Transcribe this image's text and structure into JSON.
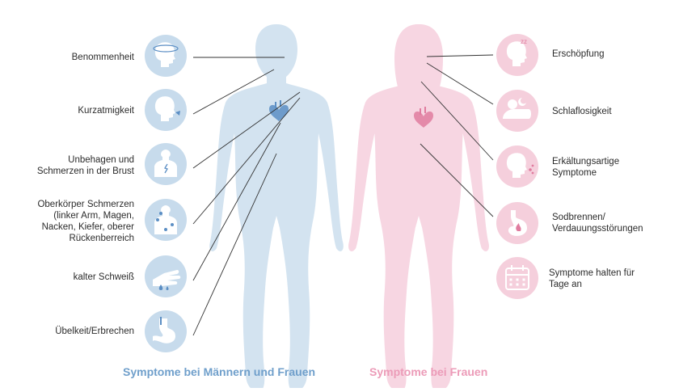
{
  "colors": {
    "blue_circle": "#c7dbec",
    "blue_body": "#d3e3f0",
    "blue_accent": "#5b8ec4",
    "pink_circle": "#f5cfdc",
    "pink_body": "#f7d6e2",
    "pink_accent": "#e07c9f",
    "line": "#333333"
  },
  "left_group": {
    "caption": "Symptome bei Männern und Frauen",
    "symptoms": [
      {
        "label": "Benommenheit",
        "icon": "dizzy-head-icon"
      },
      {
        "label": "Kurzatmigkeit",
        "icon": "breath-head-icon"
      },
      {
        "label": "Unbehagen und\nSchmerzen in der Brust",
        "icon": "chest-pain-icon"
      },
      {
        "label": "Oberkörper Schmerzen\n(linker Arm, Magen,\nNacken, Kiefer, oberer\nRückenberreich",
        "icon": "upper-body-pain-icon"
      },
      {
        "label": "kalter Schweiß",
        "icon": "sweating-hand-icon"
      },
      {
        "label": "Übelkeit/Erbrechen",
        "icon": "stomach-icon"
      }
    ]
  },
  "right_group": {
    "caption": "Symptome bei Frauen",
    "symptoms": [
      {
        "label": "Erschöpfung",
        "icon": "exhausted-head-icon"
      },
      {
        "label": "Schlaflosigkeit",
        "icon": "sleepless-head-icon"
      },
      {
        "label": "Erkältungsartige\nSymptome",
        "icon": "sneezing-head-icon"
      },
      {
        "label": "Sodbrennen/\nVerdauungsstörungen",
        "icon": "heartburn-icon"
      },
      {
        "label": "Symptome halten für\nTage an",
        "icon": "calendar-icon"
      }
    ]
  }
}
